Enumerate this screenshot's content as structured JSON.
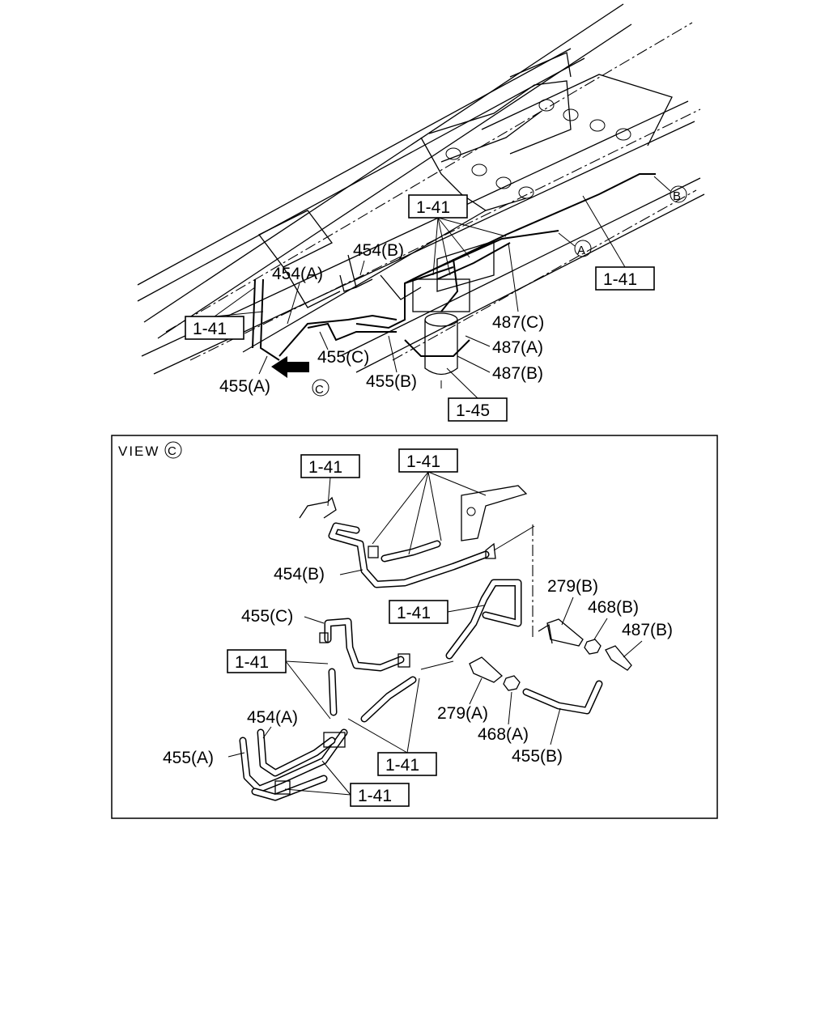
{
  "top_view": {
    "labels": {
      "p454B": "454(B)",
      "p454A": "454(A)",
      "p455C": "455(C)",
      "p455A": "455(A)",
      "p455B": "455(B)",
      "p487C": "487(C)",
      "p487A": "487(A)",
      "p487B": "487(B)"
    },
    "refs": {
      "r1": "1-41",
      "r2": "1-41",
      "r3": "1-41",
      "r4": "1-45"
    },
    "circles": {
      "A": "A",
      "B": "B",
      "C": "C"
    }
  },
  "view_c": {
    "title": "VIEW",
    "title_circle": "C",
    "labels": {
      "p454B": "454(B)",
      "p455C": "455(C)",
      "p454A": "454(A)",
      "p455A": "455(A)",
      "p279B": "279(B)",
      "p468B": "468(B)",
      "p487B": "487(B)",
      "p279A": "279(A)",
      "p468A": "468(A)",
      "p455B": "455(B)"
    },
    "refs": {
      "r1": "1-41",
      "r2": "1-41",
      "r3": "1-41",
      "r4": "1-41",
      "r5": "1-41",
      "r6": "1-41"
    }
  }
}
